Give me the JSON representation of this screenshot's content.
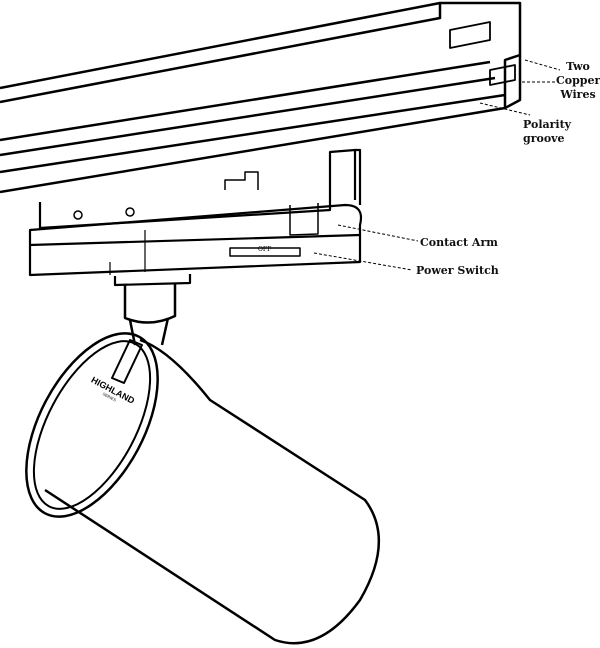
{
  "labels": {
    "two_copper_wires": [
      "Two",
      "Copper",
      "Wires"
    ],
    "polarity_groove": "Polarity groove",
    "contact_arm": "Contact Arm",
    "power_switch": "Power Switch",
    "switch_text": "OFF"
  },
  "logo": {
    "brand": "HIGHLAND",
    "sub": "SERIES"
  },
  "colors": {
    "line": "#000000",
    "background": "#ffffff"
  }
}
